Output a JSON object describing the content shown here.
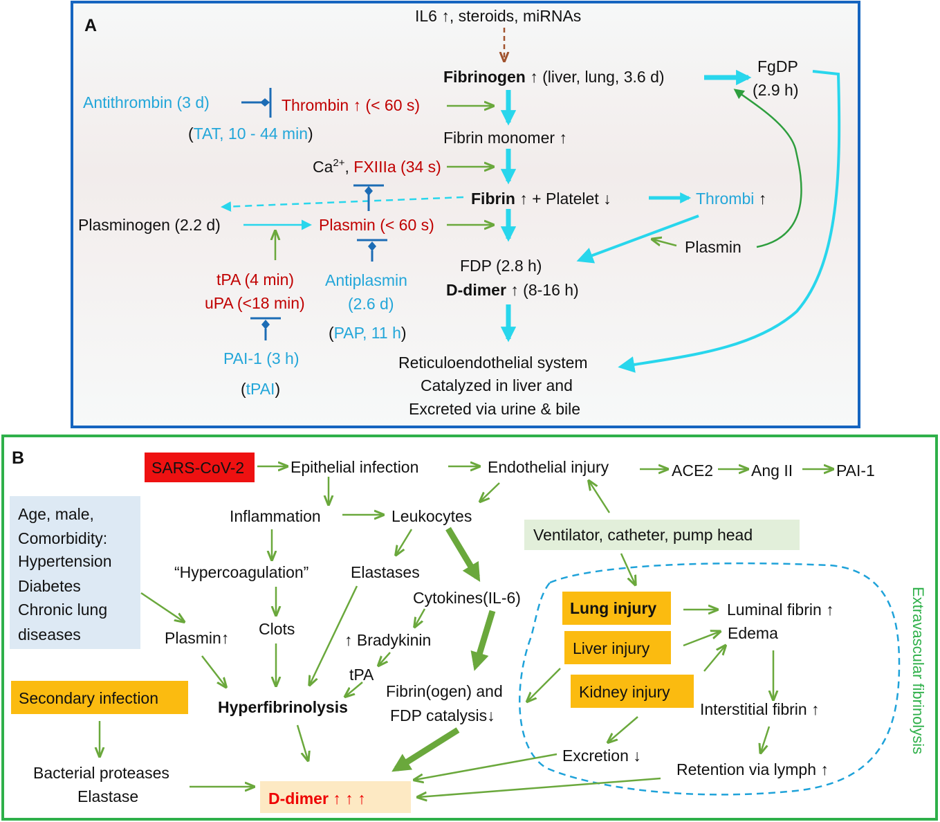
{
  "colors": {
    "panel_a_border": "#1565c0",
    "panel_b_border": "#2fb04a",
    "cyan_arrow": "#28d6ec",
    "green_arrow": "#6aa83c",
    "brown_arrow": "#a0522d",
    "inhibitor": "#1c6cb5",
    "red_text": "#c00000",
    "blue_text": "#23a6d9",
    "sars_box": "#ee1111",
    "orange_box": "#fbbb10",
    "blue_box": "#dde9f4",
    "green_box": "#e2efda",
    "ddimer_box": "#fde9c3"
  },
  "panel_a": {
    "label": "A",
    "top": "IL6 ↑, steroids, miRNAs",
    "fibrinogen": "Fibrinogen",
    "fibrinogen_rest": " ↑ (liver, lung, 3.6 d)",
    "fgdp": "FgDP",
    "fgdp_half": "(2.9 h)",
    "antithrombin": "Antithrombin (3 d)",
    "thrombin": "Thrombin ↑ (< 60 s)",
    "tat_open": "(",
    "tat": "TAT, 10 - 44 min",
    "tat_close": ")",
    "fibrin_monomer": "Fibrin monomer ↑",
    "ca": "Ca",
    "ca_sup": "2+",
    "ca_comma": ", ",
    "fxiiia": "FXIIIa (34 s)",
    "fibrin": "Fibrin",
    "fibrin_rest": " ↑ + Platelet ↓",
    "thrombi": "Thrombi",
    "thrombi_arrow": " ↑",
    "plasminogen": "Plasminogen (2.2 d)",
    "plasmin_red": "Plasmin (< 60 s)",
    "plasmin_right": "Plasmin",
    "fdp": "FDP (2.8 h)",
    "ddimer": "D-dimer",
    "ddimer_rest": " ↑ (8-16 h)",
    "tpa": "tPA (4 min)",
    "upa": "uPA (<18 min)",
    "antiplasmin": "Antiplasmin",
    "antiplasmin_half": "(2.6 d)",
    "pap_open": "(",
    "pap": "PAP, 11 h",
    "pap_close": ")",
    "pai1": "PAI-1 (3 h)",
    "tpai_open": "(",
    "tpai": "tPAI",
    "tpai_close": ")",
    "res1": "Reticuloendothelial system",
    "res2": "Catalyzed in liver and",
    "res3": "Excreted via urine & bile"
  },
  "panel_b": {
    "label": "B",
    "sars": "SARS-CoV-2",
    "epithelial": "Epithelial infection",
    "endothelial": "Endothelial injury",
    "ace2": "ACE2",
    "ang2": "Ang II",
    "pai1": "PAI-1",
    "risk": [
      "Age, male,",
      "Comorbidity:",
      "Hypertension",
      "Diabetes",
      "Chronic lung",
      "diseases"
    ],
    "inflammation": "Inflammation",
    "leukocytes": "Leukocytes",
    "ventilator": "Ventilator, catheter, pump head",
    "hypercoag": "“Hypercoagulation”",
    "elastases": "Elastases",
    "cytokines": "Cytokines(IL-6)",
    "plasmin": "Plasmin↑",
    "clots": "Clots",
    "bradykinin": "↑ Bradykinin",
    "tpa": "tPA",
    "hyperfib": "Hyperfibrinolysis",
    "fibrinogen_cat1": "Fibrin(ogen) and",
    "fibrinogen_cat2": "FDP catalysis↓",
    "secondary": "Secondary infection",
    "bacterial1": "Bacterial proteases",
    "bacterial2": "Elastase",
    "lung": "Lung injury",
    "liver": "Liver injury",
    "kidney": "Kidney injury",
    "luminal": "Luminal fibrin ↑",
    "edema": "Edema",
    "interstitial": "Interstitial fibrin ↑",
    "excretion": "Excretion ↓",
    "retention": "Retention via lymph ↑",
    "extravascular": "Extravascular fibrinolysis",
    "ddimer": "D-dimer ↑ ↑ ↑"
  }
}
